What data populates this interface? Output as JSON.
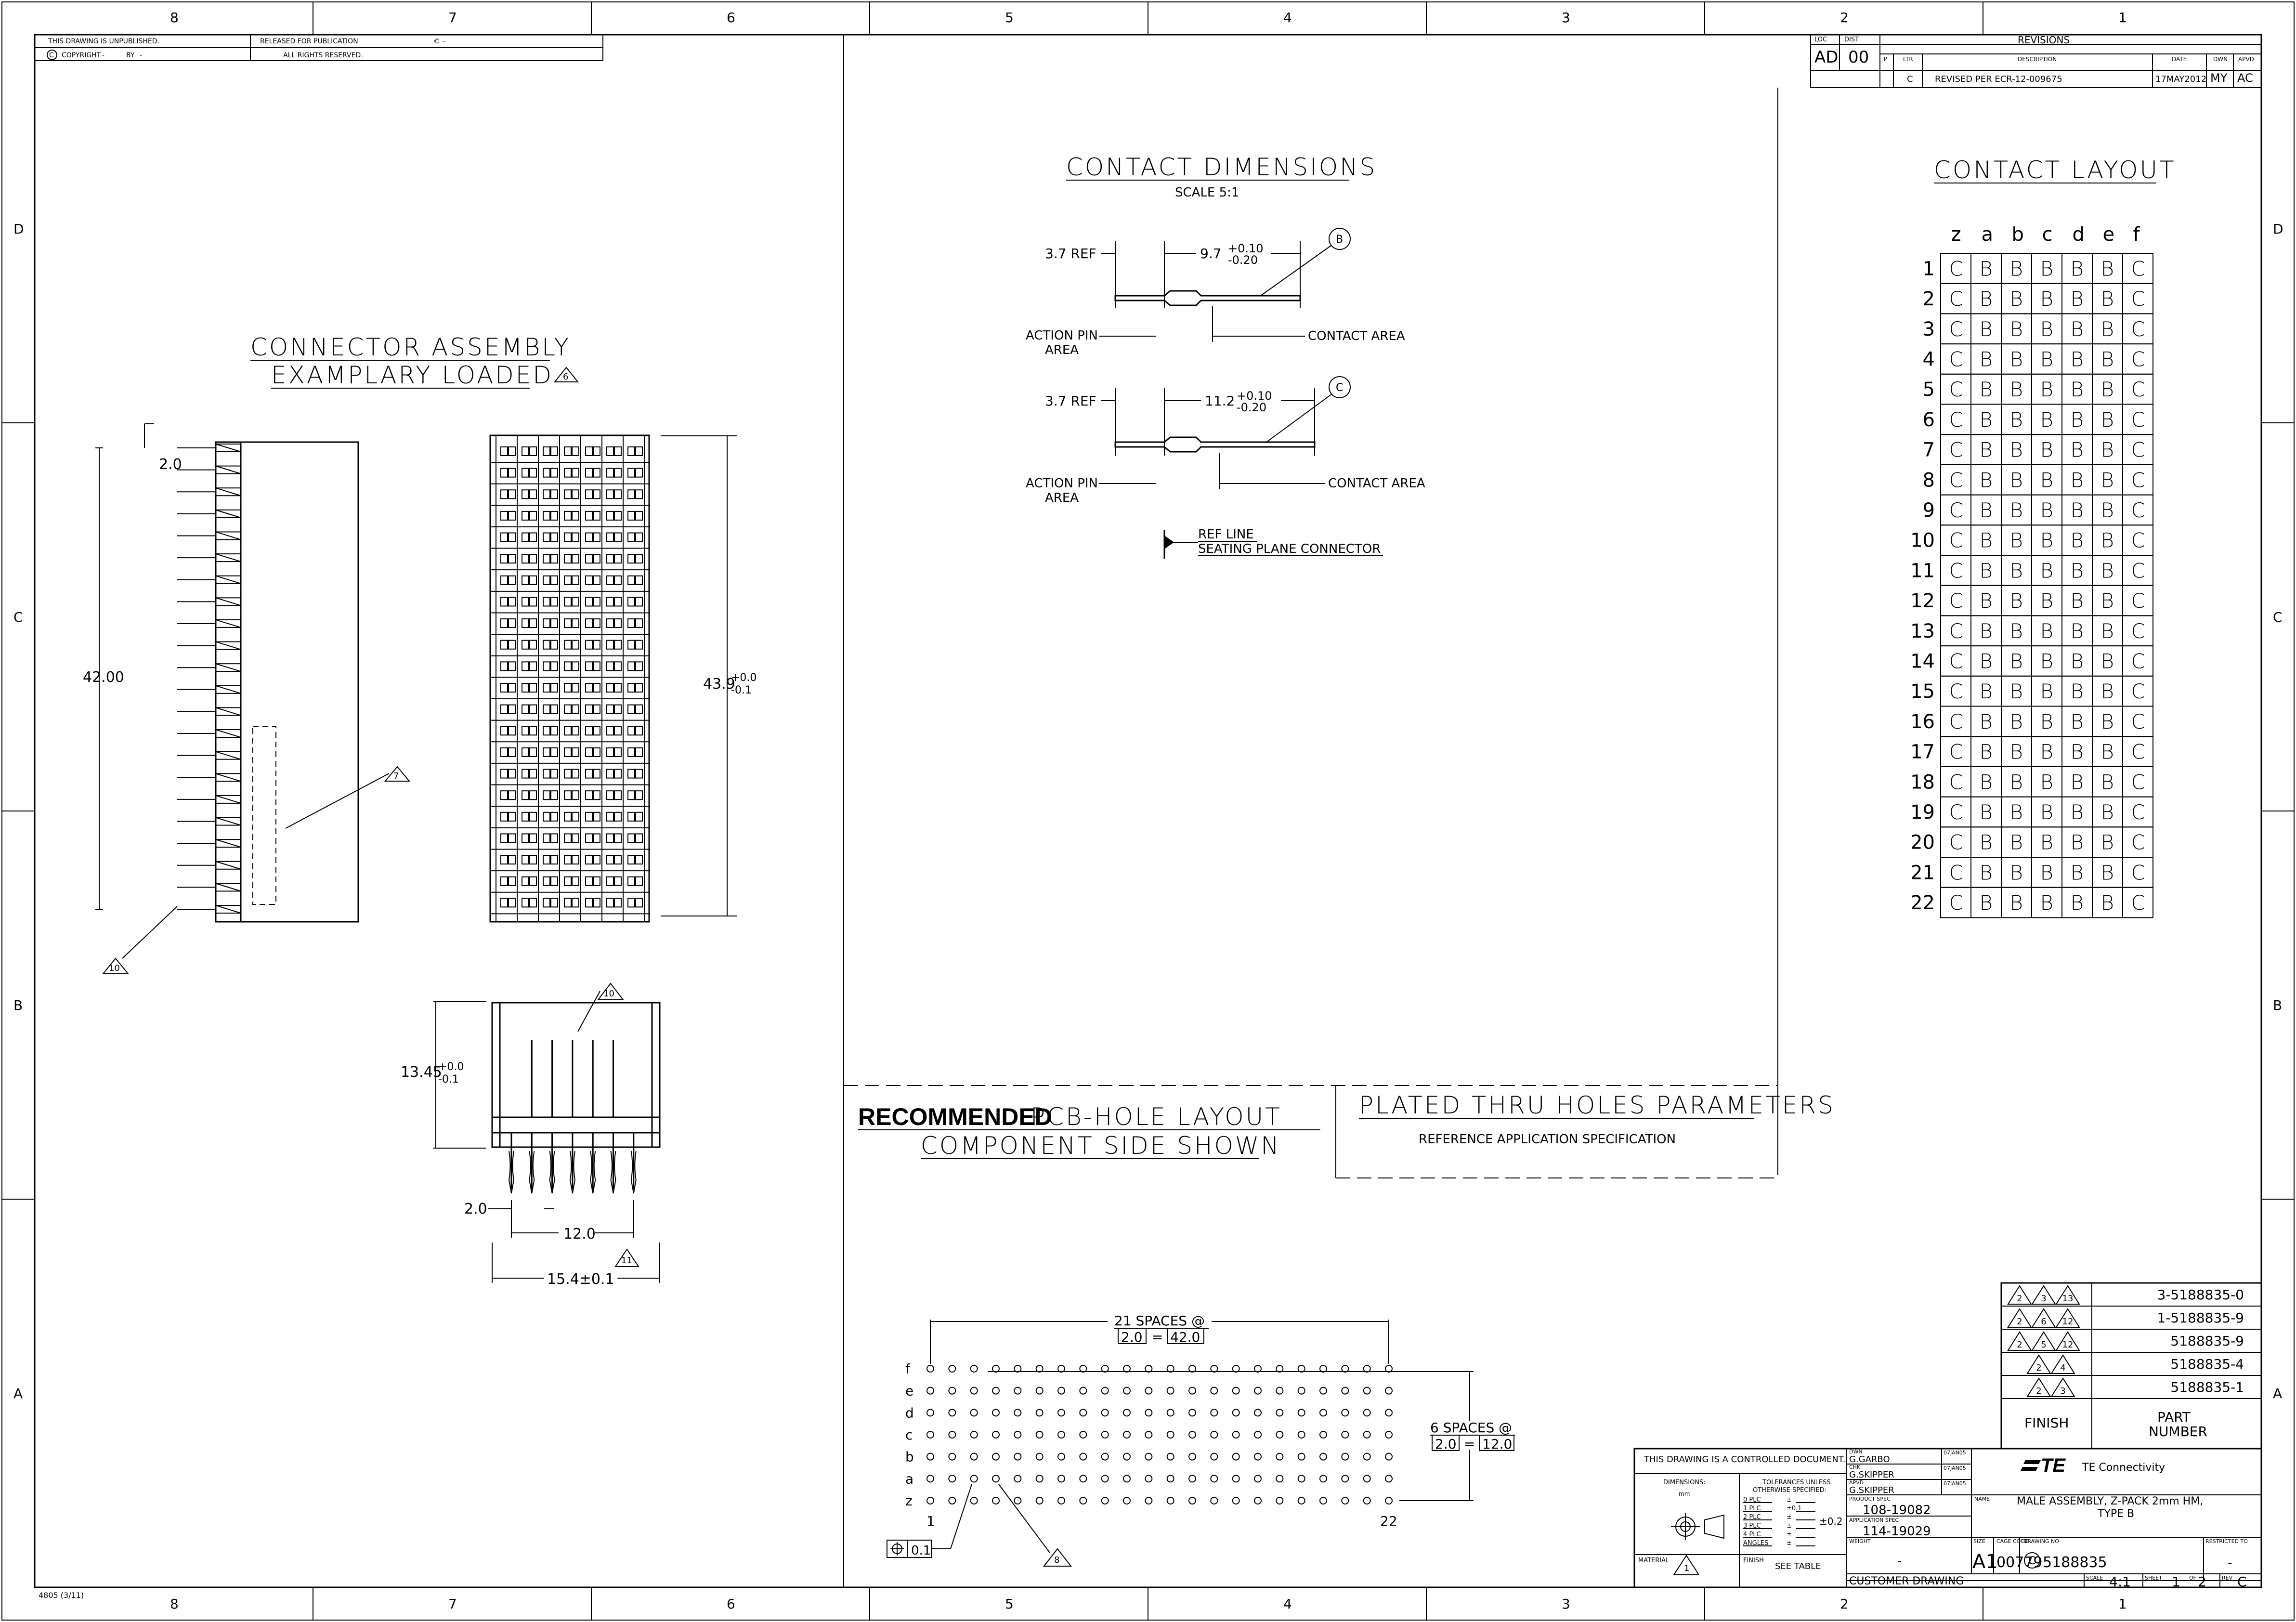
{
  "border": {
    "zones_top": [
      "8",
      "7",
      "6",
      "5",
      "4",
      "3",
      "2",
      "1"
    ],
    "zones_side": [
      "D",
      "C",
      "B",
      "A"
    ],
    "form_no": "4805 (3/11)"
  },
  "header_box": {
    "unpublished": "THIS DRAWING IS UNPUBLISHED.",
    "released": "RELEASED FOR PUBLICATION",
    "rights": "ALL RIGHTS RESERVED.",
    "copyright": "COPYRIGHT",
    "by": "BY",
    "copy_mark": "C",
    "dash": "-",
    "released_ref": "© -"
  },
  "revisions": {
    "loc_label": "LOC",
    "loc_value": "AD",
    "dist_label": "DIST",
    "dist_value": "00",
    "title": "REVISIONS",
    "col_p": "P",
    "col_ltr": "LTR",
    "col_desc": "DESCRIPTION",
    "col_date": "DATE",
    "col_dwn": "DWN",
    "col_apvd": "APVD",
    "row": {
      "ltr": "C",
      "desc": "REVISED PER ECR-12-009675",
      "date": "17MAY2012",
      "dwn": "MY",
      "apvd": "AC"
    }
  },
  "connector_assembly": {
    "title1": "CONNECTOR ASSEMBLY",
    "title2": "EXAMPLARY LOADED",
    "flag6": "6",
    "dim_pitch": "2.0",
    "dim_height": "42.00",
    "dim_total": "43.9",
    "dim_total_tol_plus": "+0.0",
    "dim_total_tol_minus": "-0.1",
    "flag7": "7",
    "flag10a": "10",
    "side_height": "13.45",
    "side_tol_plus": "+0.0",
    "side_tol_minus": "-0.1",
    "flag10b": "10",
    "dim_2": "2.0",
    "dim_12": "12.0",
    "dim_15": "15.4±0.1",
    "flag11": "11"
  },
  "contact_dimensions": {
    "title": "CONTACT DIMENSIONS",
    "scale": "SCALE 5:1",
    "ref1": "3.7 REF",
    "len1": "9.7",
    "len1_plus": "+0.10",
    "len1_minus": "-0.20",
    "bubble1": "B",
    "action1": "ACTION PIN",
    "area1": "AREA",
    "contact1": "CONTACT AREA",
    "ref2": "3.7 REF",
    "len2": "11.2",
    "len2_plus": "+0.10",
    "len2_minus": "-0.20",
    "bubble2": "C",
    "action2": "ACTION PIN",
    "area2": "AREA",
    "contact2": "CONTACT AREA",
    "refline": "REF LINE",
    "seating": "SEATING PLANE CONNECTOR"
  },
  "contact_layout": {
    "title": "CONTACT LAYOUT",
    "columns": [
      "z",
      "a",
      "b",
      "c",
      "d",
      "e",
      "f"
    ],
    "rows": [
      "1",
      "2",
      "3",
      "4",
      "5",
      "6",
      "7",
      "8",
      "9",
      "10",
      "11",
      "12",
      "13",
      "14",
      "15",
      "16",
      "17",
      "18",
      "19",
      "20",
      "21",
      "22"
    ],
    "row_pattern": [
      "C",
      "B",
      "B",
      "B",
      "B",
      "B",
      "C"
    ]
  },
  "pcb_layout": {
    "title_bold": "RECOMMENDED",
    "title_rest": "PCB-HOLE LAYOUT",
    "subtitle": "COMPONENT SIDE SHOWN",
    "spaces21": "21 SPACES @",
    "pitch_a": "2.0",
    "eq": "=",
    "total_a": "42.0",
    "spaces6": "6 SPACES @",
    "pitch_b": "2.0",
    "total_b": "12.0",
    "row_labels": [
      "f",
      "e",
      "d",
      "c",
      "b",
      "a",
      "z"
    ],
    "col_first": "1",
    "col_last": "22",
    "tol_pos": "0.1",
    "flag8": "8"
  },
  "plated": {
    "title": "PLATED THRU HOLES PARAMETERS",
    "subtitle": "REFERENCE APPLICATION SPECIFICATION"
  },
  "part_table": {
    "rows": [
      {
        "flags": [
          "2",
          "3",
          "13"
        ],
        "pn": "3-5188835-0"
      },
      {
        "flags": [
          "2",
          "6",
          "12"
        ],
        "pn": "1-5188835-9"
      },
      {
        "flags": [
          "2",
          "5",
          "12"
        ],
        "pn": "5188835-9"
      },
      {
        "flags": [
          "2",
          "4"
        ],
        "pn": "5188835-4"
      },
      {
        "flags": [
          "2",
          "3"
        ],
        "pn": "5188835-1"
      }
    ],
    "finish": "FINISH",
    "part": "PART",
    "number": "NUMBER"
  },
  "title_block": {
    "controlled": "THIS DRAWING IS A CONTROLLED DOCUMENT.",
    "dimensions": "DIMENSIONS:",
    "mm": "mm",
    "tolerances": "TOLERANCES UNLESS",
    "otherwise": "OTHERWISE SPECIFIED:",
    "plc": [
      "0 PLC",
      "1 PLC",
      "2 PLC",
      "3 PLC",
      "4 PLC",
      "ANGLES"
    ],
    "plc_tol": [
      "±",
      "±0.1",
      "±",
      "±",
      "±",
      "±"
    ],
    "tol_main": "±0.2",
    "material": "MATERIAL",
    "finish": "FINISH",
    "see_table": "SEE TABLE",
    "flag1": "1",
    "dwn_label": "DWN",
    "dwn": "G.GARBO",
    "chk_label": "CHK",
    "chk": "G.SKIPPER",
    "apvd_label": "APVD",
    "apvd": "G.SKIPPER",
    "date_label": "07JAN05",
    "product_spec": "PRODUCT SPEC",
    "product_spec_no": "108-19082",
    "app_spec": "APPLICATION SPEC",
    "app_spec_no": "114-19029",
    "weight": "WEIGHT",
    "weight_val": "-",
    "company": "TE Connectivity",
    "name_label": "NAME",
    "name1": "MALE ASSEMBLY, Z-PACK 2mm HM,",
    "name2": "TYPE B",
    "size_label": "SIZE",
    "size": "A1",
    "cage_label": "CAGE CODE",
    "cage": "00779",
    "dwg_label": "DRAWING NO",
    "dwg": "5188835",
    "restricted": "RESTRICTED TO",
    "restricted_val": "-",
    "customer": "CUSTOMER DRAWING",
    "scale_label": "SCALE",
    "scale": "4:1",
    "sheet_label": "SHEET",
    "sheet": "1",
    "of": "OF",
    "of_val": "2",
    "rev_label": "REV",
    "rev": "C"
  }
}
